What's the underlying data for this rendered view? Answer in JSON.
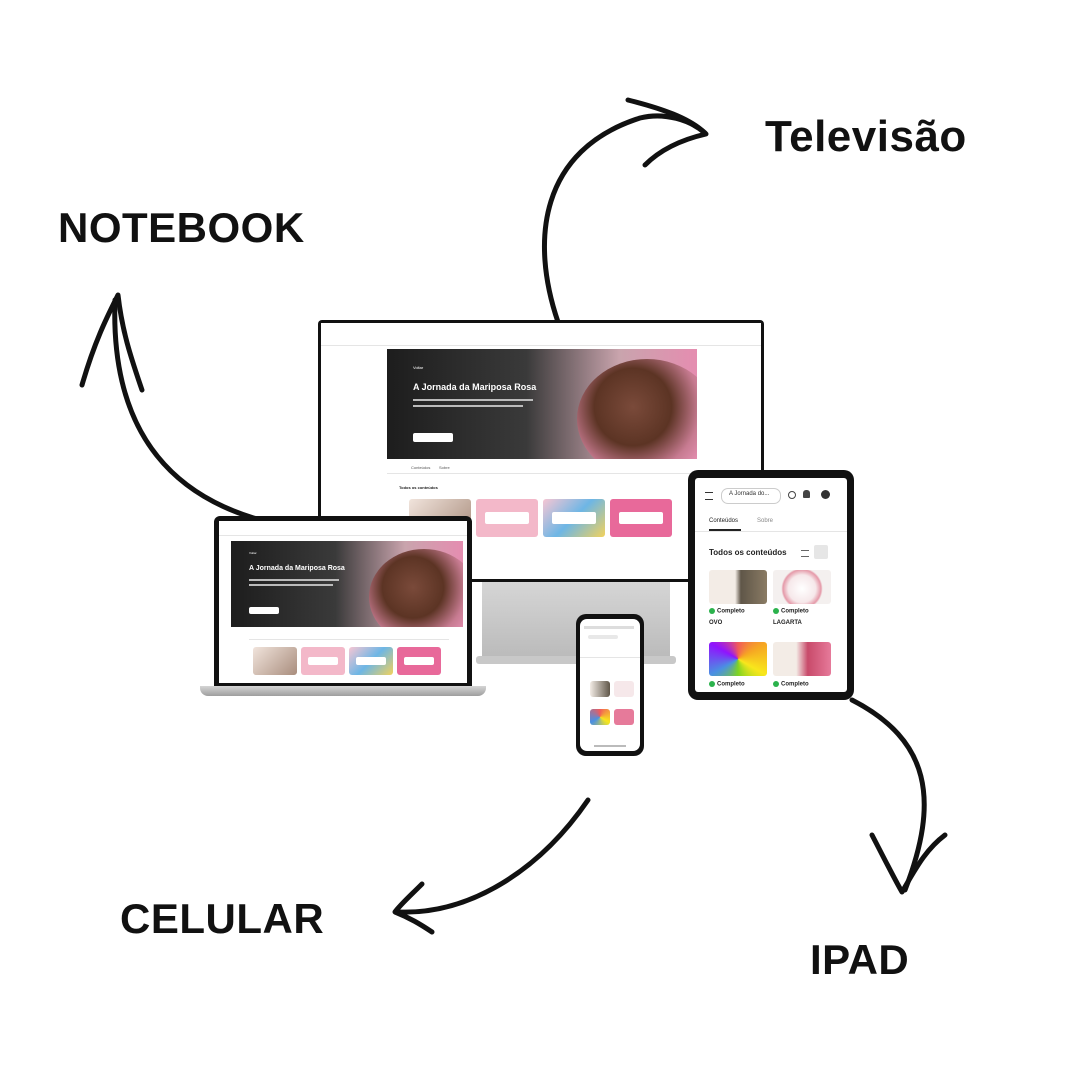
{
  "labels": {
    "notebook": "NOTEBOOK",
    "televisao": "Televisão",
    "celular": "CELULAR",
    "ipad": "IPAD"
  },
  "course": {
    "back": "Voltar",
    "title": "A Jornada da Mariposa Rosa",
    "tab_contents": "Conteúdos",
    "tab_about": "Sobre",
    "all_contents": "Todos os conteúdos",
    "complete": "Completo",
    "tablet_header_title": "A Jornada do...",
    "item_1": "OVO",
    "item_2": "LAGARTA"
  },
  "colors": {
    "accent_pink": "#e58db0",
    "complete_green": "#2bb24c",
    "ink": "#111111"
  }
}
